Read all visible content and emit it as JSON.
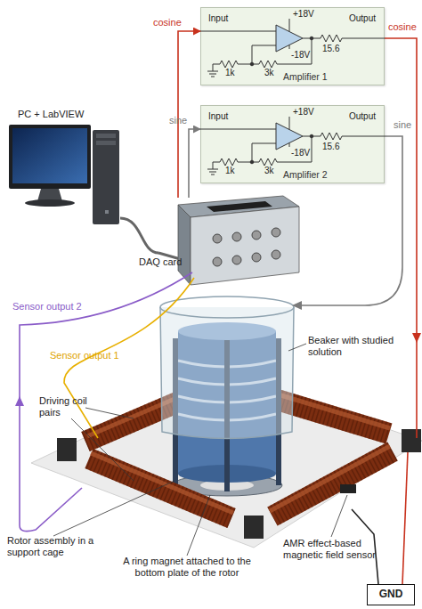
{
  "diagram": {
    "nodes": [
      {
        "text": [
          "Input",
          "+18V",
          "Output",
          "-18V",
          "1k",
          "3k",
          "15.6",
          "Amplifier 1"
        ]
      },
      {
        "text": [
          "PC + LabVIEW"
        ]
      },
      {
        "text": [
          "Input",
          "+18V",
          "Output",
          "-18V",
          "1k",
          "3k",
          "15.6",
          "Amplifier 2"
        ]
      },
      {
        "text": [
          "DAQ card"
        ]
      },
      {
        "text": [
          "GND"
        ]
      }
    ],
    "edges": [
      {
        "from": 3,
        "to": 0,
        "arrow": "to",
        "label": "cosine"
      },
      {
        "from": 3,
        "to": 2,
        "arrow": "to",
        "label": "sine"
      },
      {
        "from": 1,
        "to": 3,
        "arrow": "none"
      }
    ],
    "labels": [
      "cosine",
      "sine",
      "Sensor output 2",
      "Beaker with studied solution",
      "Sensor output 1",
      "Driving coil pairs",
      "Rotor assembly in a support cage",
      "A ring magnet attached to the bottom plate of the rotor",
      "AMR effect-based magnetic field sensor"
    ]
  }
}
